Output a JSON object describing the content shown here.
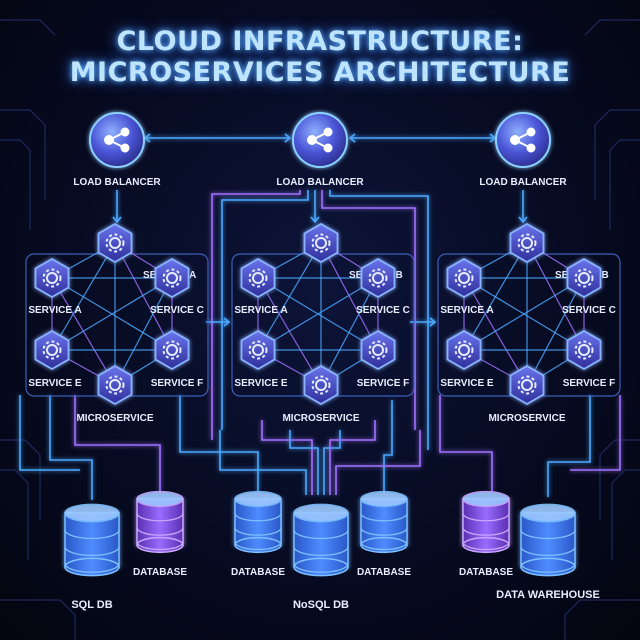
{
  "title": {
    "line1": "CLOUD INFRASTRUCTURE:",
    "line2": "MICROSERVICES ARCHITECTURE"
  },
  "load_balancers": [
    {
      "label": "LOAD BALANCER",
      "icon": "network-globe-icon"
    },
    {
      "label": "LOAD BALANCER",
      "icon": "network-globe-icon"
    },
    {
      "label": "LOAD BALANCER",
      "icon": "network-globe-icon"
    }
  ],
  "clusters": [
    {
      "services": [
        "SERVICE A",
        "SERVICE A",
        "SERVICE C",
        "SERVICE E",
        "SERVICE F",
        "MICROSERVICE"
      ]
    },
    {
      "services": [
        "SERVICE B",
        "SERVICE A",
        "SERVICE C",
        "SERVICE E",
        "SERVICE F",
        "MICROSERVICE"
      ]
    },
    {
      "services": [
        "SERVICE B",
        "SERVICE A",
        "SERVICE C",
        "SERVICE E",
        "SERVICE F",
        "MICROSERVICE"
      ]
    }
  ],
  "databases": [
    {
      "label": "SQL DB"
    },
    {
      "label": "DATABASE"
    },
    {
      "label": "DATABASE"
    },
    {
      "label": "NoSQL DB"
    },
    {
      "label": "DATABASE"
    },
    {
      "label": "DATABASE"
    },
    {
      "label": "DATA WAREHOUSE"
    }
  ],
  "colors": {
    "background": "#05081a",
    "line_blue": "#4aa8ff",
    "line_purple": "#a070ff",
    "node_fill": "#3f4ec8",
    "glow": "#5fb4ff"
  }
}
